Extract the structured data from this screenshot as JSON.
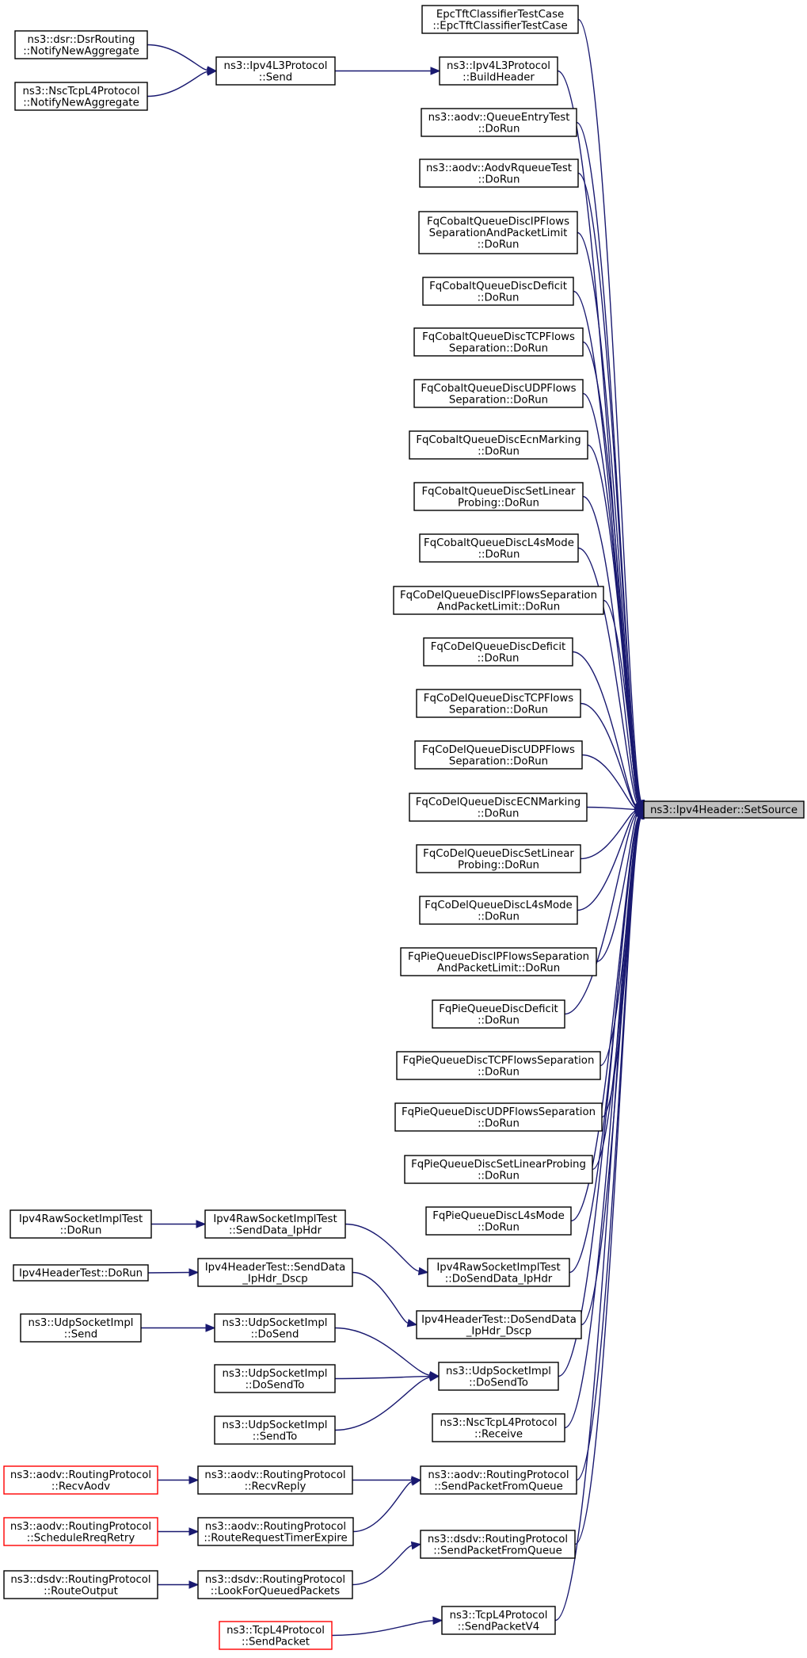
{
  "colors": {
    "edge": "#191970",
    "node_border": "#000000",
    "node_border_external": "#ff0000",
    "root_fill": "#bfbfbf"
  },
  "root": {
    "id": "root",
    "lines": [
      "ns3::Ipv4Header::SetSource"
    ]
  },
  "nodes": [
    {
      "id": "epctft",
      "lines": [
        "EpcTftClassifierTestCase",
        "::EpcTftClassifierTestCase"
      ]
    },
    {
      "id": "buildheader",
      "lines": [
        "ns3::Ipv4L3Protocol",
        "::BuildHeader"
      ]
    },
    {
      "id": "aodvqueueentry",
      "lines": [
        "ns3::aodv::QueueEntryTest",
        "::DoRun"
      ]
    },
    {
      "id": "aodvrqueue",
      "lines": [
        "ns3::aodv::AodvRqueueTest",
        "::DoRun"
      ]
    },
    {
      "id": "fqcobaltipflows",
      "lines": [
        "FqCobaltQueueDiscIPFlows",
        "SeparationAndPacketLimit",
        "::DoRun"
      ]
    },
    {
      "id": "fqcobaltdeficit",
      "lines": [
        "FqCobaltQueueDiscDeficit",
        "::DoRun"
      ]
    },
    {
      "id": "fqcobalttcp",
      "lines": [
        "FqCobaltQueueDiscTCPFlows",
        "Separation::DoRun"
      ]
    },
    {
      "id": "fqcobaltudp",
      "lines": [
        "FqCobaltQueueDiscUDPFlows",
        "Separation::DoRun"
      ]
    },
    {
      "id": "fqcobaltecn",
      "lines": [
        "FqCobaltQueueDiscEcnMarking",
        "::DoRun"
      ]
    },
    {
      "id": "fqcobaltlinear",
      "lines": [
        "FqCobaltQueueDiscSetLinear",
        "Probing::DoRun"
      ]
    },
    {
      "id": "fqcobaltl4s",
      "lines": [
        "FqCobaltQueueDiscL4sMode",
        "::DoRun"
      ]
    },
    {
      "id": "fqcodelipflows",
      "lines": [
        "FqCoDelQueueDiscIPFlowsSeparation",
        "AndPacketLimit::DoRun"
      ]
    },
    {
      "id": "fqcodeldeficit",
      "lines": [
        "FqCoDelQueueDiscDeficit",
        "::DoRun"
      ]
    },
    {
      "id": "fqcodeltcp",
      "lines": [
        "FqCoDelQueueDiscTCPFlows",
        "Separation::DoRun"
      ]
    },
    {
      "id": "fqcodeludp",
      "lines": [
        "FqCoDelQueueDiscUDPFlows",
        "Separation::DoRun"
      ]
    },
    {
      "id": "fqcodelecn",
      "lines": [
        "FqCoDelQueueDiscECNMarking",
        "::DoRun"
      ]
    },
    {
      "id": "fqcodellinear",
      "lines": [
        "FqCoDelQueueDiscSetLinear",
        "Probing::DoRun"
      ]
    },
    {
      "id": "fqcodell4s",
      "lines": [
        "FqCoDelQueueDiscL4sMode",
        "::DoRun"
      ]
    },
    {
      "id": "fqpieipflows",
      "lines": [
        "FqPieQueueDiscIPFlowsSeparation",
        "AndPacketLimit::DoRun"
      ]
    },
    {
      "id": "fqpiedeficit",
      "lines": [
        "FqPieQueueDiscDeficit",
        "::DoRun"
      ]
    },
    {
      "id": "fqpietcp",
      "lines": [
        "FqPieQueueDiscTCPFlowsSeparation",
        "::DoRun"
      ]
    },
    {
      "id": "fqpieudp",
      "lines": [
        "FqPieQueueDiscUDPFlowsSeparation",
        "::DoRun"
      ]
    },
    {
      "id": "fqpielinear",
      "lines": [
        "FqPieQueueDiscSetLinearProbing",
        "::DoRun"
      ]
    },
    {
      "id": "fqpiel4s",
      "lines": [
        "FqPieQueueDiscL4sMode",
        "::DoRun"
      ]
    },
    {
      "id": "rawdosend",
      "lines": [
        "Ipv4RawSocketImplTest",
        "::DoSendData_IpHdr"
      ]
    },
    {
      "id": "hdrdosend",
      "lines": [
        "Ipv4HeaderTest::DoSendData",
        "_IpHdr_Dscp"
      ]
    },
    {
      "id": "udpdosendto",
      "lines": [
        "ns3::UdpSocketImpl",
        "::DoSendTo"
      ]
    },
    {
      "id": "nscreceive",
      "lines": [
        "ns3::NscTcpL4Protocol",
        "::Receive"
      ]
    },
    {
      "id": "aodvsendpkt",
      "lines": [
        "ns3::aodv::RoutingProtocol",
        "::SendPacketFromQueue"
      ]
    },
    {
      "id": "dsdvsendpkt",
      "lines": [
        "ns3::dsdv::RoutingProtocol",
        "::SendPacketFromQueue"
      ]
    },
    {
      "id": "tcpsendv4",
      "lines": [
        "ns3::TcpL4Protocol",
        "::SendPacketV4"
      ]
    },
    {
      "id": "ipv4l3send",
      "lines": [
        "ns3::Ipv4L3Protocol",
        "::Send"
      ]
    },
    {
      "id": "dsrnotify",
      "lines": [
        "ns3::dsr::DsrRouting",
        "::NotifyNewAggregate"
      ]
    },
    {
      "id": "nscnotify",
      "lines": [
        "ns3::NscTcpL4Protocol",
        "::NotifyNewAggregate"
      ]
    },
    {
      "id": "rawsenddata",
      "lines": [
        "Ipv4RawSocketImplTest",
        "::SendData_IpHdr"
      ]
    },
    {
      "id": "rawdorun",
      "lines": [
        "Ipv4RawSocketImplTest",
        "::DoRun"
      ]
    },
    {
      "id": "hdrsenddata",
      "lines": [
        "Ipv4HeaderTest::SendData",
        "_IpHdr_Dscp"
      ]
    },
    {
      "id": "hdrdorun",
      "lines": [
        "Ipv4HeaderTest::DoRun"
      ]
    },
    {
      "id": "udpdosend",
      "lines": [
        "ns3::UdpSocketImpl",
        "::DoSend"
      ]
    },
    {
      "id": "udpsend",
      "lines": [
        "ns3::UdpSocketImpl",
        "::Send"
      ]
    },
    {
      "id": "udpdosendto2",
      "lines": [
        "ns3::UdpSocketImpl",
        "::DoSendTo"
      ]
    },
    {
      "id": "udpsendto",
      "lines": [
        "ns3::UdpSocketImpl",
        "::SendTo"
      ]
    },
    {
      "id": "aodvrecvreply",
      "lines": [
        "ns3::aodv::RoutingProtocol",
        "::RecvReply"
      ]
    },
    {
      "id": "aodvrecvaodv",
      "lines": [
        "ns3::aodv::RoutingProtocol",
        "::RecvAodv"
      ],
      "external": true
    },
    {
      "id": "aodvroutereq",
      "lines": [
        "ns3::aodv::RoutingProtocol",
        "::RouteRequestTimerExpire"
      ]
    },
    {
      "id": "aodvsched",
      "lines": [
        "ns3::aodv::RoutingProtocol",
        "::ScheduleRreqRetry"
      ],
      "external": true
    },
    {
      "id": "dsdvlookfor",
      "lines": [
        "ns3::dsdv::RoutingProtocol",
        "::LookForQueuedPackets"
      ]
    },
    {
      "id": "dsdvrouteout",
      "lines": [
        "ns3::dsdv::RoutingProtocol",
        "::RouteOutput"
      ]
    },
    {
      "id": "tcpsendpkt",
      "lines": [
        "ns3::TcpL4Protocol",
        "::SendPacket"
      ],
      "external": true
    }
  ],
  "edges": [
    [
      "epctft",
      "root"
    ],
    [
      "buildheader",
      "root"
    ],
    [
      "aodvqueueentry",
      "root"
    ],
    [
      "aodvrqueue",
      "root"
    ],
    [
      "fqcobaltipflows",
      "root"
    ],
    [
      "fqcobaltdeficit",
      "root"
    ],
    [
      "fqcobalttcp",
      "root"
    ],
    [
      "fqcobaltudp",
      "root"
    ],
    [
      "fqcobaltecn",
      "root"
    ],
    [
      "fqcobaltlinear",
      "root"
    ],
    [
      "fqcobaltl4s",
      "root"
    ],
    [
      "fqcodelipflows",
      "root"
    ],
    [
      "fqcodeldeficit",
      "root"
    ],
    [
      "fqcodeltcp",
      "root"
    ],
    [
      "fqcodeludp",
      "root"
    ],
    [
      "fqcodelecn",
      "root"
    ],
    [
      "fqcodellinear",
      "root"
    ],
    [
      "fqcodell4s",
      "root"
    ],
    [
      "fqpieipflows",
      "root"
    ],
    [
      "fqpiedeficit",
      "root"
    ],
    [
      "fqpietcp",
      "root"
    ],
    [
      "fqpieudp",
      "root"
    ],
    [
      "fqpielinear",
      "root"
    ],
    [
      "fqpiel4s",
      "root"
    ],
    [
      "rawdosend",
      "root"
    ],
    [
      "hdrdosend",
      "root"
    ],
    [
      "udpdosendto",
      "root"
    ],
    [
      "nscreceive",
      "root"
    ],
    [
      "aodvsendpkt",
      "root"
    ],
    [
      "dsdvsendpkt",
      "root"
    ],
    [
      "tcpsendv4",
      "root"
    ],
    [
      "ipv4l3send",
      "buildheader"
    ],
    [
      "dsrnotify",
      "ipv4l3send"
    ],
    [
      "nscnotify",
      "ipv4l3send"
    ],
    [
      "rawsenddata",
      "rawdosend"
    ],
    [
      "rawdorun",
      "rawsenddata"
    ],
    [
      "hdrsenddata",
      "hdrdosend"
    ],
    [
      "hdrdorun",
      "hdrsenddata"
    ],
    [
      "udpdosend",
      "udpdosendto"
    ],
    [
      "udpsend",
      "udpdosend"
    ],
    [
      "udpdosendto2",
      "udpdosendto"
    ],
    [
      "udpsendto",
      "udpdosendto"
    ],
    [
      "aodvrecvreply",
      "aodvsendpkt"
    ],
    [
      "aodvrecvaodv",
      "aodvrecvreply"
    ],
    [
      "aodvroutereq",
      "aodvsendpkt"
    ],
    [
      "aodvsched",
      "aodvroutereq"
    ],
    [
      "dsdvlookfor",
      "dsdvsendpkt"
    ],
    [
      "dsdvrouteout",
      "dsdvlookfor"
    ],
    [
      "tcpsendpkt",
      "tcpsendv4"
    ]
  ]
}
